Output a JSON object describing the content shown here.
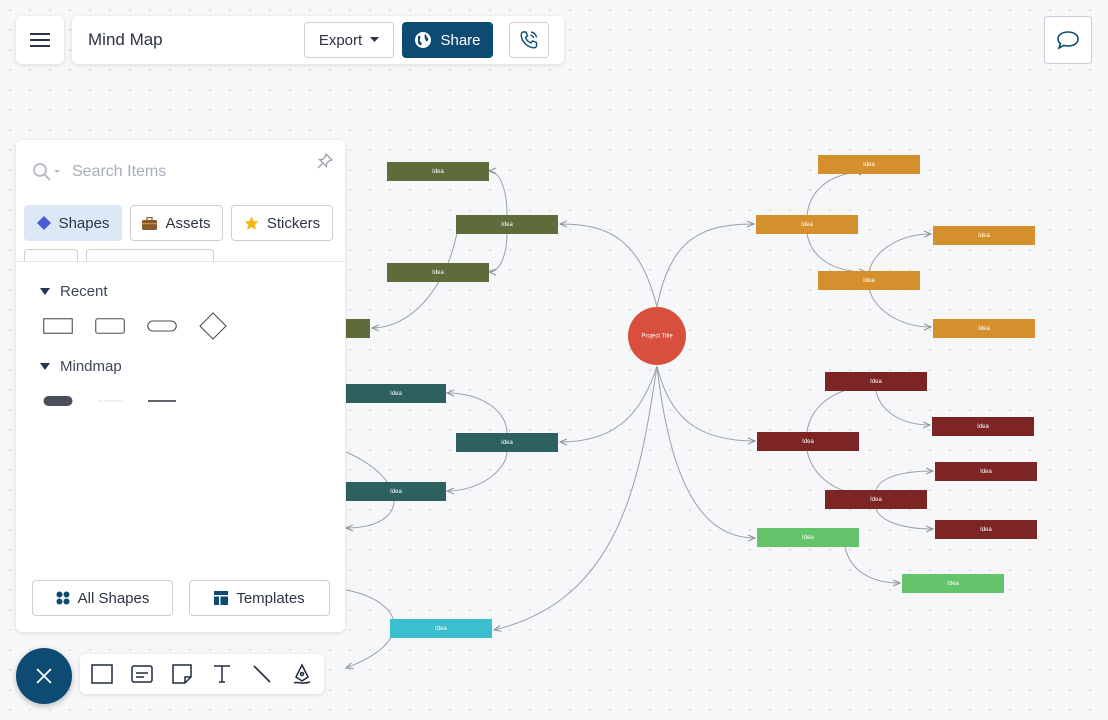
{
  "header": {
    "menu_icon": "hamburger-icon",
    "title": "Mind Map",
    "export_label": "Export",
    "share_label": "Share",
    "share_icon": "globe-icon",
    "call_icon": "phone-call-icon",
    "comment_icon": "comment-icon"
  },
  "panel": {
    "search_placeholder": "Search Items",
    "tabs": [
      {
        "label": "Shapes",
        "icon": "diamond-icon",
        "active": true
      },
      {
        "label": "Assets",
        "icon": "briefcase-icon",
        "active": false
      },
      {
        "label": "Stickers",
        "icon": "star-icon",
        "active": false
      }
    ],
    "sections": [
      {
        "title": "Recent",
        "items": [
          "rectangle",
          "rounded-rectangle",
          "pill",
          "diamond"
        ]
      },
      {
        "title": "Mindmap",
        "items": [
          "mindmap-pill",
          "mindmap-dotted-line",
          "mindmap-line"
        ]
      }
    ],
    "all_shapes_label": "All Shapes",
    "templates_label": "Templates"
  },
  "toolbar": {
    "close_icon": "close-icon",
    "tools": [
      "rectangle-tool-icon",
      "card-tool-icon",
      "sticky-note-tool-icon",
      "text-tool-icon",
      "line-tool-icon",
      "pen-tool-icon"
    ]
  },
  "mindmap": {
    "center_label": "Project Title",
    "center_color": "#d94f3d",
    "node_label": "Idea",
    "branch_colors": {
      "olive": "#5f6b3a",
      "orange": "#d4902c",
      "teal": "#2f6060",
      "maroon": "#7d2424",
      "green": "#63c46c",
      "cyan": "#3bbfcf"
    }
  }
}
